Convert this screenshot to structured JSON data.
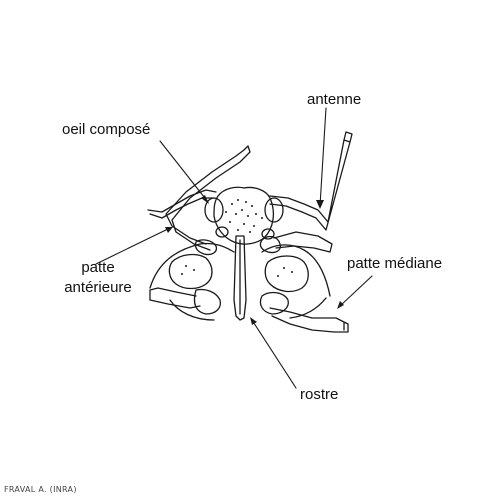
{
  "labels": {
    "antenne": "antenne",
    "oeil_compose": "oeil composé",
    "patte_anterieure_line1": "patte",
    "patte_anterieure_line2": "antérieure",
    "patte_mediane": "patte médiane",
    "rostre": "rostre"
  },
  "credit": "FRAVAL A. (INRA)",
  "colors": {
    "line": "#1a1a1a",
    "text": "#111111",
    "background": "#ffffff"
  }
}
